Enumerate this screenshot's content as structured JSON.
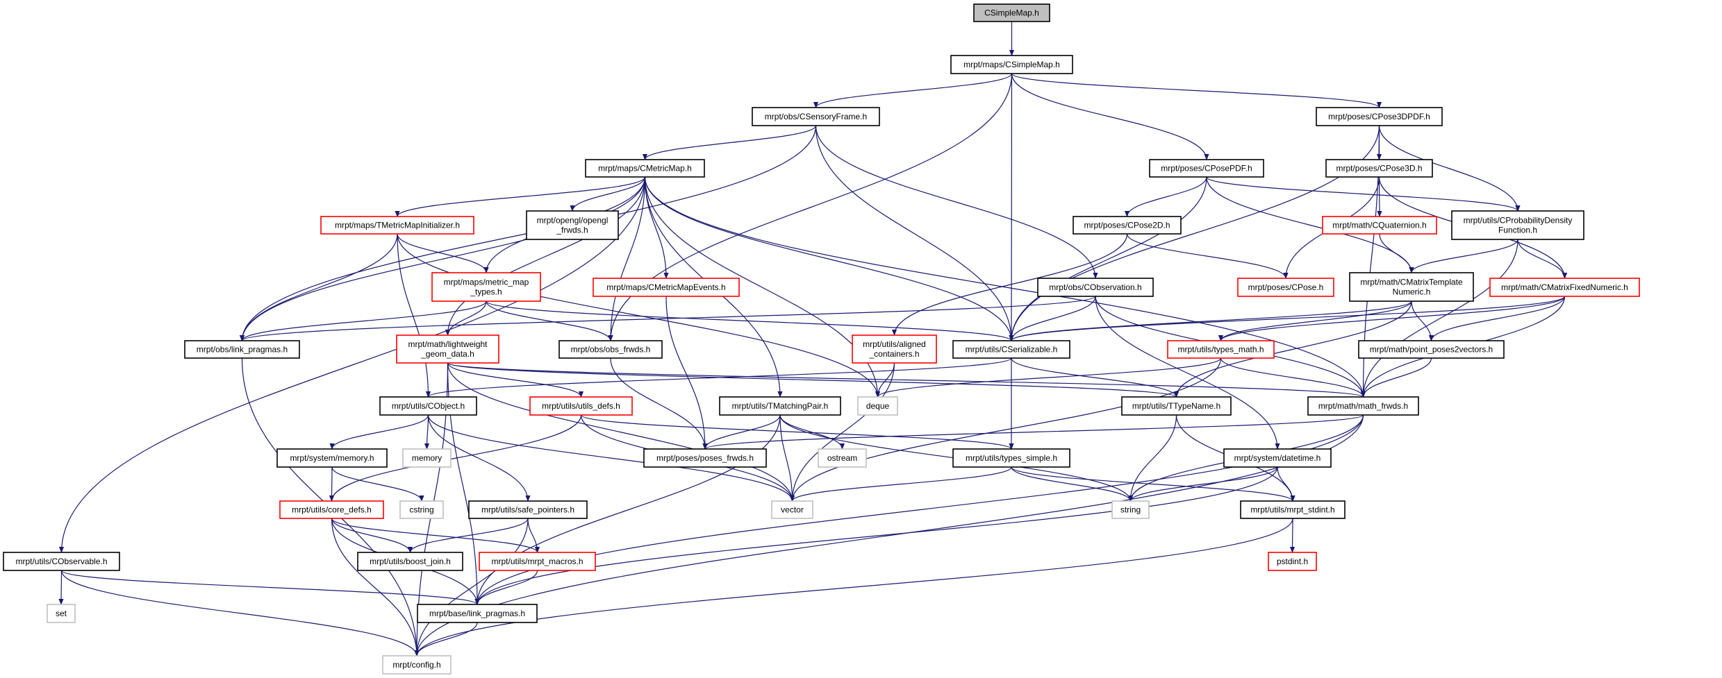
{
  "title": "CSimpleMap.h",
  "colors": {
    "edge": "#191970",
    "normal_border": "#000000",
    "truncated_border": "#ff0000",
    "external_border": "#bfbfbf",
    "root_fill": "#bfbfbf"
  },
  "nodes": [
    {
      "id": "A",
      "label": "CSimpleMap.h",
      "kind": "root"
    },
    {
      "id": "B",
      "label": "mrpt/maps/CSimpleMap.h",
      "kind": "normal"
    },
    {
      "id": "C",
      "label": "mrpt/obs/CSensoryFrame.h",
      "kind": "normal"
    },
    {
      "id": "D",
      "label": "mrpt/poses/CPose3DPDF.h",
      "kind": "normal"
    },
    {
      "id": "E",
      "label": "mrpt/maps/CMetricMap.h",
      "kind": "normal"
    },
    {
      "id": "F",
      "label": "mrpt/poses/CPosePDF.h",
      "kind": "normal"
    },
    {
      "id": "G",
      "label": "mrpt/poses/CPose3D.h",
      "kind": "normal"
    },
    {
      "id": "H",
      "label": "mrpt/maps/TMetricMapInitializer.h",
      "kind": "truncated"
    },
    {
      "id": "I",
      "label": "mrpt/opengl/opengl\n_frwds.h",
      "kind": "normal"
    },
    {
      "id": "J",
      "label": "mrpt/poses/CPose2D.h",
      "kind": "normal"
    },
    {
      "id": "K",
      "label": "mrpt/math/CQuaternion.h",
      "kind": "truncated"
    },
    {
      "id": "L",
      "label": "mrpt/utils/CProbabilityDensity\nFunction.h",
      "kind": "normal"
    },
    {
      "id": "M",
      "label": "mrpt/maps/metric_map\n_types.h",
      "kind": "truncated"
    },
    {
      "id": "N",
      "label": "mrpt/maps/CMetricMapEvents.h",
      "kind": "truncated"
    },
    {
      "id": "O",
      "label": "mrpt/obs/CObservation.h",
      "kind": "normal"
    },
    {
      "id": "P",
      "label": "mrpt/poses/CPose.h",
      "kind": "truncated"
    },
    {
      "id": "Q",
      "label": "mrpt/math/CMatrixTemplate\nNumeric.h",
      "kind": "normal"
    },
    {
      "id": "R",
      "label": "mrpt/math/CMatrixFixedNumeric.h",
      "kind": "truncated"
    },
    {
      "id": "S",
      "label": "mrpt/obs/link_pragmas.h",
      "kind": "normal"
    },
    {
      "id": "T",
      "label": "mrpt/math/lightweight\n_geom_data.h",
      "kind": "truncated"
    },
    {
      "id": "U",
      "label": "mrpt/obs/obs_frwds.h",
      "kind": "normal"
    },
    {
      "id": "V",
      "label": "mrpt/utils/aligned\n_containers.h",
      "kind": "truncated"
    },
    {
      "id": "W",
      "label": "mrpt/utils/CSerializable.h",
      "kind": "normal"
    },
    {
      "id": "X",
      "label": "mrpt/utils/types_math.h",
      "kind": "truncated"
    },
    {
      "id": "Y",
      "label": "mrpt/math/point_poses2vectors.h",
      "kind": "normal"
    },
    {
      "id": "Z",
      "label": "mrpt/utils/CObject.h",
      "kind": "normal"
    },
    {
      "id": "AA",
      "label": "mrpt/utils/utils_defs.h",
      "kind": "truncated"
    },
    {
      "id": "AB",
      "label": "mrpt/utils/TMatchingPair.h",
      "kind": "normal"
    },
    {
      "id": "AC",
      "label": "deque",
      "kind": "external"
    },
    {
      "id": "AD",
      "label": "mrpt/utils/TTypeName.h",
      "kind": "normal"
    },
    {
      "id": "AE",
      "label": "mrpt/math/math_frwds.h",
      "kind": "normal"
    },
    {
      "id": "AF",
      "label": "mrpt/system/memory.h",
      "kind": "normal"
    },
    {
      "id": "AG",
      "label": "memory",
      "kind": "external"
    },
    {
      "id": "AH",
      "label": "mrpt/poses/poses_frwds.h",
      "kind": "normal"
    },
    {
      "id": "AI",
      "label": "ostream",
      "kind": "external"
    },
    {
      "id": "AJ",
      "label": "mrpt/utils/types_simple.h",
      "kind": "normal"
    },
    {
      "id": "AK",
      "label": "mrpt/system/datetime.h",
      "kind": "normal"
    },
    {
      "id": "AL",
      "label": "mrpt/utils/core_defs.h",
      "kind": "truncated"
    },
    {
      "id": "AM",
      "label": "cstring",
      "kind": "external"
    },
    {
      "id": "AN",
      "label": "mrpt/utils/safe_pointers.h",
      "kind": "normal"
    },
    {
      "id": "AO",
      "label": "vector",
      "kind": "external"
    },
    {
      "id": "AP",
      "label": "string",
      "kind": "external"
    },
    {
      "id": "AQ",
      "label": "mrpt/utils/mrpt_stdint.h",
      "kind": "normal"
    },
    {
      "id": "AR",
      "label": "mrpt/utils/CObservable.h",
      "kind": "normal"
    },
    {
      "id": "AS",
      "label": "mrpt/utils/boost_join.h",
      "kind": "normal"
    },
    {
      "id": "AT",
      "label": "mrpt/utils/mrpt_macros.h",
      "kind": "truncated"
    },
    {
      "id": "AU",
      "label": "pstdint.h",
      "kind": "truncated"
    },
    {
      "id": "AV",
      "label": "set",
      "kind": "external"
    },
    {
      "id": "AW",
      "label": "mrpt/base/link_pragmas.h",
      "kind": "normal"
    },
    {
      "id": "AX",
      "label": "mrpt/config.h",
      "kind": "external"
    }
  ],
  "edges": [
    [
      "A",
      "B"
    ],
    [
      "B",
      "C"
    ],
    [
      "B",
      "D"
    ],
    [
      "B",
      "F"
    ],
    [
      "B",
      "W"
    ],
    [
      "B",
      "U"
    ],
    [
      "C",
      "E"
    ],
    [
      "C",
      "S"
    ],
    [
      "C",
      "O"
    ],
    [
      "C",
      "W"
    ],
    [
      "D",
      "G"
    ],
    [
      "D",
      "L"
    ],
    [
      "D",
      "W"
    ],
    [
      "D",
      "AE"
    ],
    [
      "E",
      "H"
    ],
    [
      "E",
      "I"
    ],
    [
      "E",
      "M"
    ],
    [
      "E",
      "N"
    ],
    [
      "E",
      "S"
    ],
    [
      "E",
      "T"
    ],
    [
      "E",
      "U"
    ],
    [
      "E",
      "W"
    ],
    [
      "E",
      "AB"
    ],
    [
      "E",
      "AC"
    ],
    [
      "E",
      "AE"
    ],
    [
      "E",
      "AR"
    ],
    [
      "F",
      "J"
    ],
    [
      "F",
      "L"
    ],
    [
      "F",
      "Q"
    ],
    [
      "F",
      "W"
    ],
    [
      "G",
      "K"
    ],
    [
      "G",
      "P"
    ],
    [
      "G",
      "R"
    ],
    [
      "H",
      "M"
    ],
    [
      "H",
      "S"
    ],
    [
      "H",
      "Z"
    ],
    [
      "H",
      "AC"
    ],
    [
      "J",
      "P"
    ],
    [
      "J",
      "V"
    ],
    [
      "K",
      "Q"
    ],
    [
      "L",
      "Q"
    ],
    [
      "L",
      "R"
    ],
    [
      "L",
      "AE"
    ],
    [
      "M",
      "S"
    ],
    [
      "M",
      "T"
    ],
    [
      "M",
      "U"
    ],
    [
      "M",
      "W"
    ],
    [
      "N",
      "AH"
    ],
    [
      "O",
      "S"
    ],
    [
      "O",
      "W"
    ],
    [
      "O",
      "AE"
    ],
    [
      "O",
      "AK"
    ],
    [
      "Q",
      "W"
    ],
    [
      "Q",
      "X"
    ],
    [
      "Q",
      "Y"
    ],
    [
      "Q",
      "AD"
    ],
    [
      "R",
      "W"
    ],
    [
      "R",
      "Y"
    ],
    [
      "R",
      "AE"
    ],
    [
      "R",
      "X"
    ],
    [
      "T",
      "AA"
    ],
    [
      "T",
      "AE"
    ],
    [
      "T",
      "AO"
    ],
    [
      "T",
      "AW"
    ],
    [
      "T",
      "AX"
    ],
    [
      "T",
      "AD"
    ],
    [
      "U",
      "AH"
    ],
    [
      "V",
      "AC"
    ],
    [
      "V",
      "AO"
    ],
    [
      "W",
      "Z"
    ],
    [
      "W",
      "AD"
    ],
    [
      "W",
      "AJ"
    ],
    [
      "X",
      "AC"
    ],
    [
      "X",
      "AE"
    ],
    [
      "X",
      "AO"
    ],
    [
      "Y",
      "AE"
    ],
    [
      "Z",
      "AF"
    ],
    [
      "Z",
      "AG"
    ],
    [
      "Z",
      "AN"
    ],
    [
      "Z",
      "AO"
    ],
    [
      "AA",
      "AJ"
    ],
    [
      "AA",
      "AL"
    ],
    [
      "AA",
      "AO"
    ],
    [
      "AB",
      "AH"
    ],
    [
      "AB",
      "AI"
    ],
    [
      "AB",
      "AO"
    ],
    [
      "AB",
      "AP"
    ],
    [
      "AB",
      "AW"
    ],
    [
      "AD",
      "AP"
    ],
    [
      "AD",
      "AQ"
    ],
    [
      "AE",
      "AH"
    ],
    [
      "AE",
      "AP"
    ],
    [
      "AE",
      "AW"
    ],
    [
      "AE",
      "AX"
    ],
    [
      "AF",
      "AL"
    ],
    [
      "AF",
      "AM"
    ],
    [
      "AJ",
      "AO"
    ],
    [
      "AJ",
      "AP"
    ],
    [
      "AJ",
      "AQ"
    ],
    [
      "AK",
      "AP"
    ],
    [
      "AK",
      "AQ"
    ],
    [
      "AK",
      "AW"
    ],
    [
      "AL",
      "AS"
    ],
    [
      "AL",
      "AT"
    ],
    [
      "AL",
      "AW"
    ],
    [
      "AL",
      "AX"
    ],
    [
      "AN",
      "AS"
    ],
    [
      "AN",
      "AT"
    ],
    [
      "AN",
      "AX"
    ],
    [
      "AQ",
      "AU"
    ],
    [
      "AQ",
      "AX"
    ],
    [
      "AR",
      "AV"
    ],
    [
      "AR",
      "AW"
    ],
    [
      "AR",
      "AX"
    ],
    [
      "AT",
      "AW"
    ],
    [
      "AW",
      "AX"
    ],
    [
      "S",
      "AX"
    ]
  ]
}
